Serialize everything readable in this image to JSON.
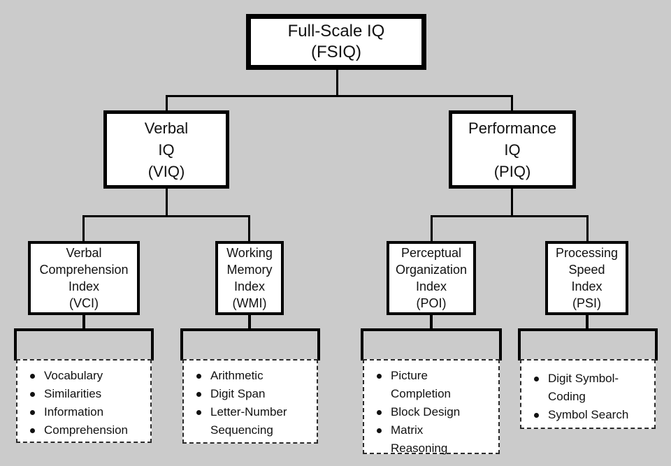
{
  "colors": {
    "background": "#cbcbcb",
    "box_fill": "#ffffff",
    "border": "#000000"
  },
  "nodes": {
    "fsiq": {
      "lines": [
        "Full-Scale IQ",
        "(FSIQ)"
      ]
    },
    "viq": {
      "lines": [
        "Verbal",
        "IQ",
        "(VIQ)"
      ]
    },
    "piq": {
      "lines": [
        "Performance",
        "IQ",
        "(PIQ)"
      ]
    },
    "vci": {
      "lines": [
        "Verbal",
        "Comprehension",
        "Index",
        "(VCI)"
      ]
    },
    "wmi": {
      "lines": [
        "Working",
        "Memory",
        "Index",
        "(WMI)"
      ]
    },
    "poi": {
      "lines": [
        "Perceptual",
        "Organization",
        "Index",
        "(POI)"
      ]
    },
    "psi": {
      "lines": [
        "Processing",
        "Speed",
        "Index",
        "(PSI)"
      ]
    }
  },
  "subtests": {
    "vci": [
      "Vocabulary",
      "Similarities",
      "Information",
      "Comprehension"
    ],
    "wmi": [
      "Arithmetic",
      "Digit Span",
      "Letter-Number Sequencing"
    ],
    "poi": [
      "Picture Completion",
      "Block Design",
      "Matrix Reasoning"
    ],
    "psi": [
      "Digit Symbol-Coding",
      "Symbol Search"
    ]
  }
}
